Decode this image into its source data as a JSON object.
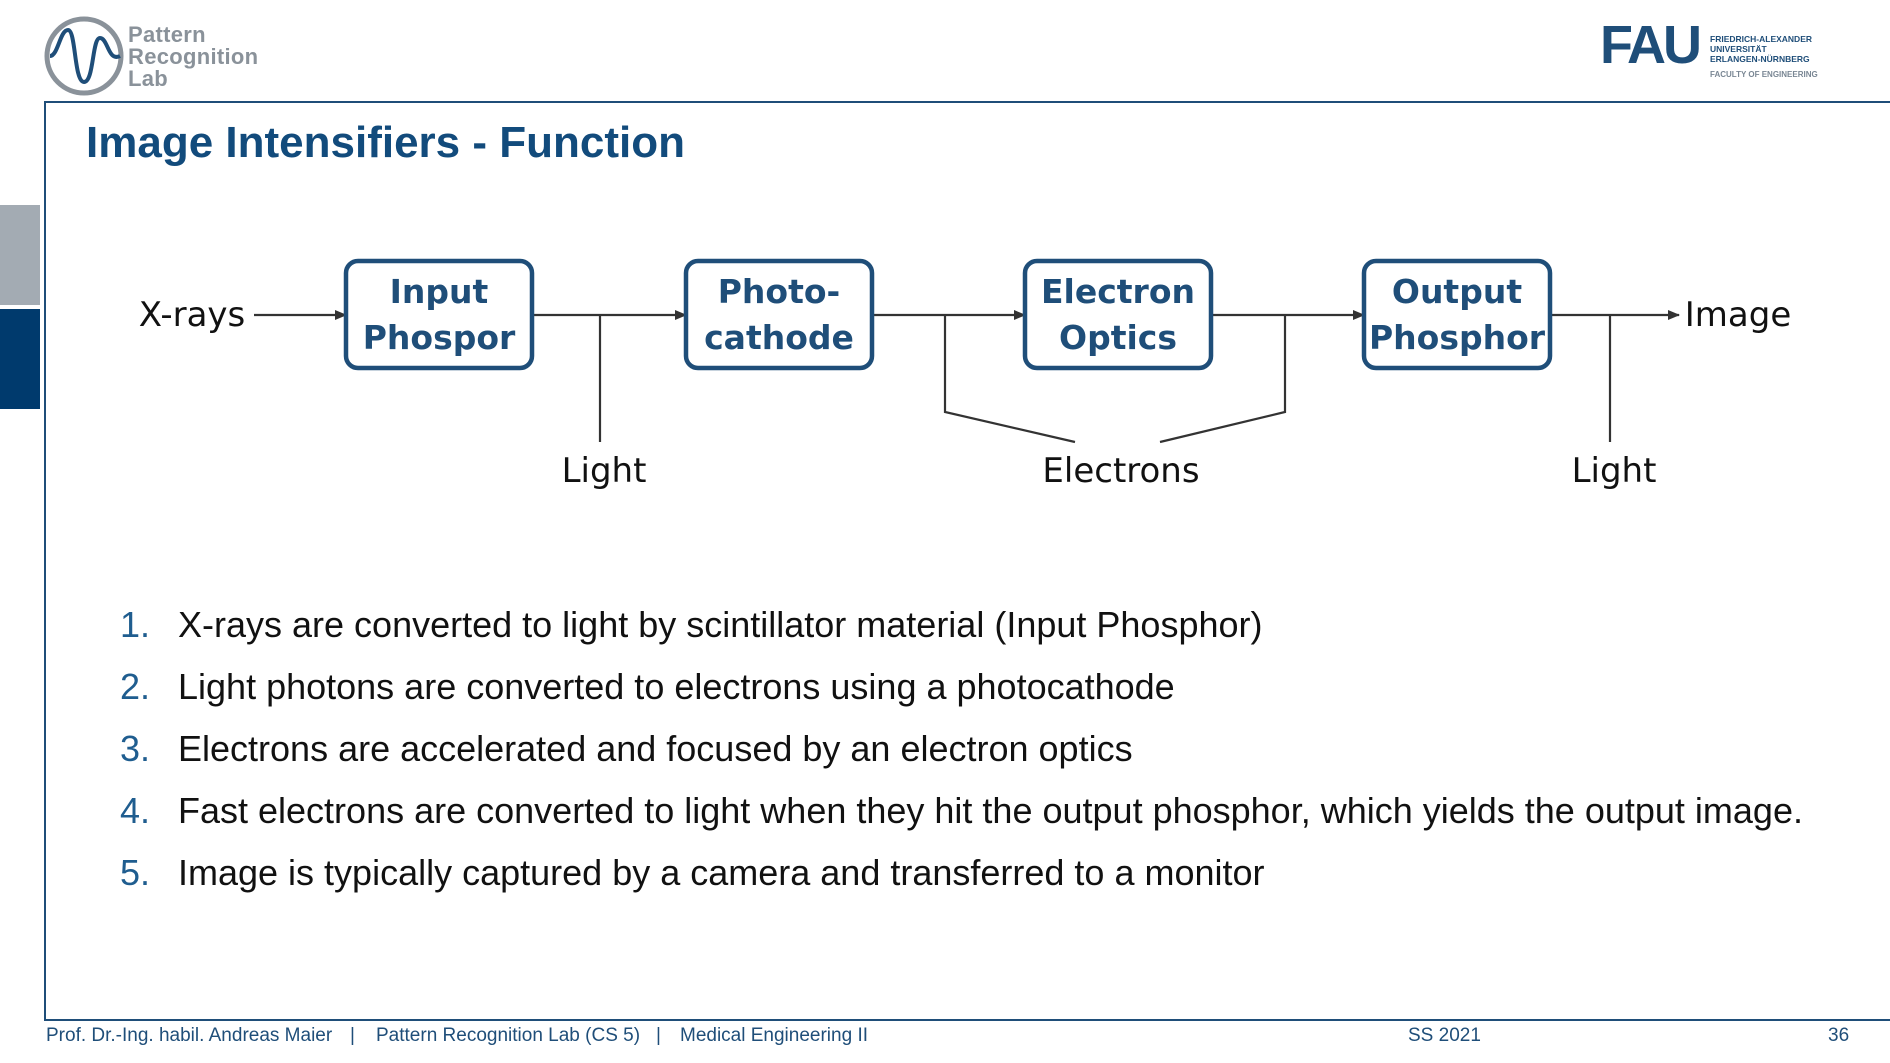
{
  "header": {
    "lab_logo_lines": [
      "Pattern",
      "Recognition",
      "Lab"
    ],
    "university_logo": {
      "letters": "FAU",
      "lines": [
        "FRIEDRICH-ALEXANDER",
        "UNIVERSITÄT",
        "ERLANGEN-NÜRNBERG"
      ],
      "faculty": "FACULTY OF ENGINEERING"
    }
  },
  "slide": {
    "title": "Image Intensifiers - Function"
  },
  "diagram": {
    "input_label": "X-rays",
    "output_label": "Image",
    "boxes": [
      {
        "line1": "Input",
        "line2": "Phospor"
      },
      {
        "line1": "Photo-",
        "line2": "cathode"
      },
      {
        "line1": "Electron",
        "line2": "Optics"
      },
      {
        "line1": "Output",
        "line2": "Phosphor"
      }
    ],
    "signals": {
      "light_1": "Light",
      "electrons": "Electrons",
      "light_2": "Light"
    }
  },
  "list": [
    {
      "num": "1.",
      "text": "X-rays are converted to light by scintillator material (Input Phosphor)"
    },
    {
      "num": "2.",
      "text": "Light photons are converted to electrons using a photocathode"
    },
    {
      "num": "3.",
      "text": "Electrons are accelerated and focused by an electron optics"
    },
    {
      "num": "4.",
      "text": "Fast electrons are converted to light when they hit the output phosphor, which yields the output image."
    },
    {
      "num": "5.",
      "text": "Image is typically captured by a camera and transferred to a monitor"
    }
  ],
  "footer": {
    "author": "Prof. Dr.-Ing. habil. Andreas Maier",
    "sep1": "|",
    "lab": "Pattern Recognition Lab (CS 5)",
    "sep2": "|",
    "course": "Medical Engineering II",
    "semester": "SS 2021",
    "page": "36"
  },
  "colors": {
    "primary": "#1f4e79",
    "title": "#124b7c",
    "box_border": "#1f4e79",
    "side_tab_gray": "#a3abb3",
    "side_tab_blue": "#003a6d"
  }
}
